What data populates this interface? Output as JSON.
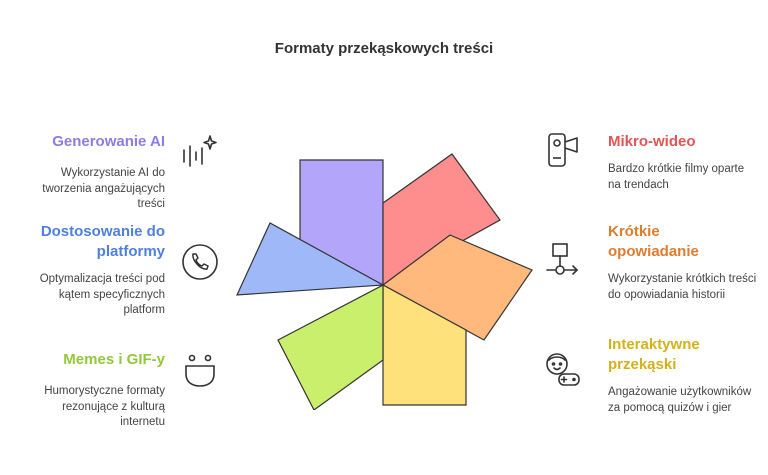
{
  "title": "Formaty przekąskowych treści",
  "items": [
    {
      "heading": "Generowanie AI",
      "desc": "Wykorzystanie AI do tworzenia angażujących treści",
      "color": "#8b7de3",
      "icon": "ai-sparkle-icon"
    },
    {
      "heading": "Dostosowanie do platformy",
      "desc": "Optymalizacja treści pod kątem specyficznych platform",
      "color": "#4f7fe0",
      "icon": "phone-icon"
    },
    {
      "heading": "Memes i GIF-y",
      "desc": "Humorystyczne formaty rezonujące z kulturą internetu",
      "color": "#93c83a",
      "icon": "smiley-icon"
    },
    {
      "heading": "Mikro-wideo",
      "desc": "Bardzo krótkie filmy oparte na trendach",
      "color": "#e05555",
      "icon": "video-camera-icon"
    },
    {
      "heading": "Krótkie opowiadanie",
      "desc": "Wykorzystanie krótkich treści do opowiadania historii",
      "color": "#e07c2e",
      "icon": "flowchart-icon"
    },
    {
      "heading": "Interaktywne przekąski",
      "desc": "Angażowanie użytkowników za pomocą quizów i gier",
      "color": "#d4b21a",
      "icon": "gamer-icon"
    }
  ],
  "petal_colors": {
    "purple": "#b3a6fa",
    "red": "#fe8d8d",
    "orange": "#ffb97c",
    "yellow": "#fee17a",
    "green": "#c9ef6c",
    "blue": "#9fb8f8"
  }
}
